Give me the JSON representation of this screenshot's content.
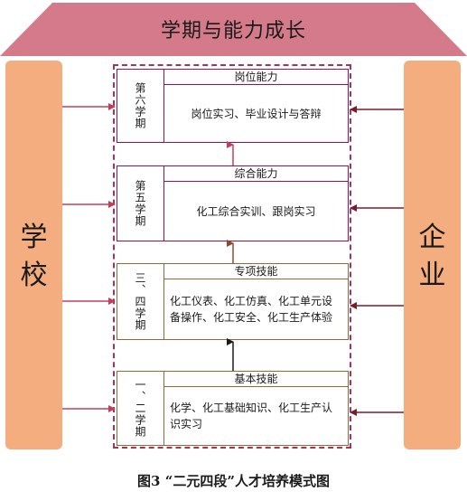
{
  "roof": {
    "title": "学期与能力成长"
  },
  "left_pillar": {
    "label_1": "学",
    "label_2": "校"
  },
  "right_pillar": {
    "label_1": "企",
    "label_2": "业"
  },
  "stages": [
    {
      "semester": "第六学期",
      "ability": "岗位能力",
      "content": "岗位实习、毕业设计与答辩"
    },
    {
      "semester": "第五学期",
      "ability": "综合能力",
      "content": "化工综合实训、跟岗实习"
    },
    {
      "semester": "三、四学期",
      "ability": "专项技能",
      "content": "化工仪表、化工仿真、化工单元设备操作、化工安全、化工生产体验"
    },
    {
      "semester": "一、二学期",
      "ability": "基本技能",
      "content": "化学、化工基础知识、化工生产认识实习"
    }
  ],
  "caption": "图3 “二元四段”人才培养模式图",
  "colors": {
    "roof": "#d47a8a",
    "pillar": "#f3ad7e",
    "stage_upper": "#a01040",
    "stage_lower": "#8b6a3e",
    "right_arrow": "#7a1c2c",
    "left_arrow": "#c0405a"
  }
}
